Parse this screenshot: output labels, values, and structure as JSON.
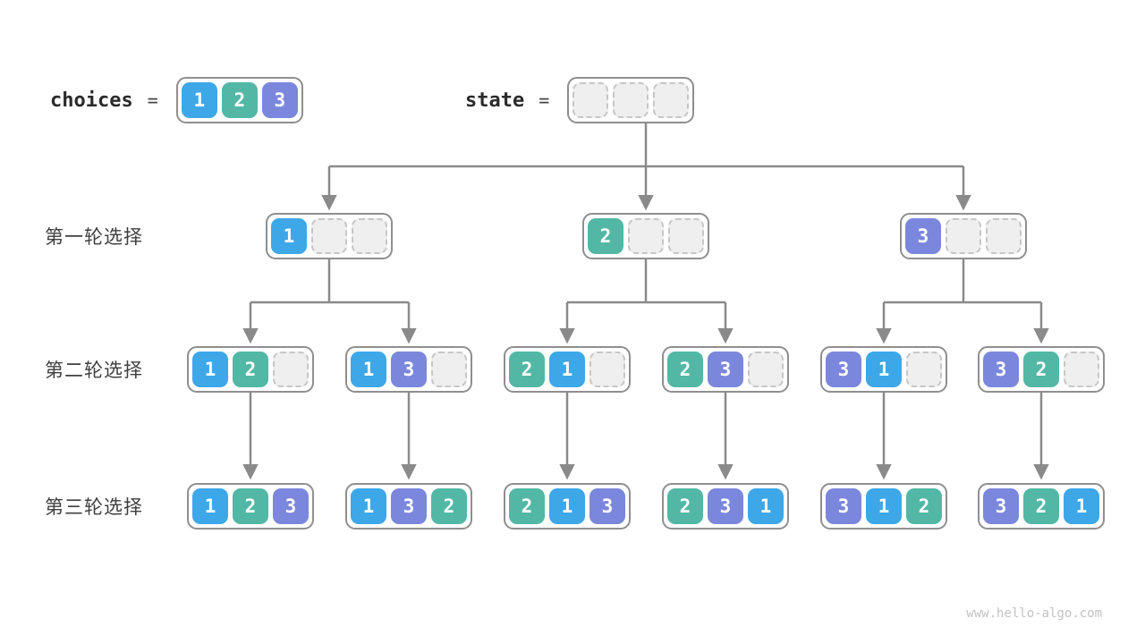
{
  "colors": {
    "cell_1": "#3da7e8",
    "cell_2": "#52b8a5",
    "cell_3": "#7b87dc",
    "empty_fill": "#efefef",
    "empty_border": "#c6c6c6",
    "box_border": "#8f8f8f",
    "arrow": "#8a8a8a"
  },
  "legend": {
    "choices_label": "choices",
    "equals": "=",
    "choices_cells": [
      "1",
      "2",
      "3"
    ],
    "state_label": "state",
    "state_cells": [
      "",
      "",
      ""
    ]
  },
  "rows": [
    {
      "label": "第一轮选择",
      "nodes": [
        {
          "cells": [
            "1",
            "",
            ""
          ]
        },
        {
          "cells": [
            "2",
            "",
            ""
          ]
        },
        {
          "cells": [
            "3",
            "",
            ""
          ]
        }
      ]
    },
    {
      "label": "第二轮选择",
      "nodes": [
        {
          "cells": [
            "1",
            "2",
            ""
          ]
        },
        {
          "cells": [
            "1",
            "3",
            ""
          ]
        },
        {
          "cells": [
            "2",
            "1",
            ""
          ]
        },
        {
          "cells": [
            "2",
            "3",
            ""
          ]
        },
        {
          "cells": [
            "3",
            "1",
            ""
          ]
        },
        {
          "cells": [
            "3",
            "2",
            ""
          ]
        }
      ]
    },
    {
      "label": "第三轮选择",
      "nodes": [
        {
          "cells": [
            "1",
            "2",
            "3"
          ]
        },
        {
          "cells": [
            "1",
            "3",
            "2"
          ]
        },
        {
          "cells": [
            "2",
            "1",
            "3"
          ]
        },
        {
          "cells": [
            "2",
            "3",
            "1"
          ]
        },
        {
          "cells": [
            "3",
            "1",
            "2"
          ]
        },
        {
          "cells": [
            "3",
            "2",
            "1"
          ]
        }
      ]
    }
  ],
  "footer": "www.hello-algo.com"
}
